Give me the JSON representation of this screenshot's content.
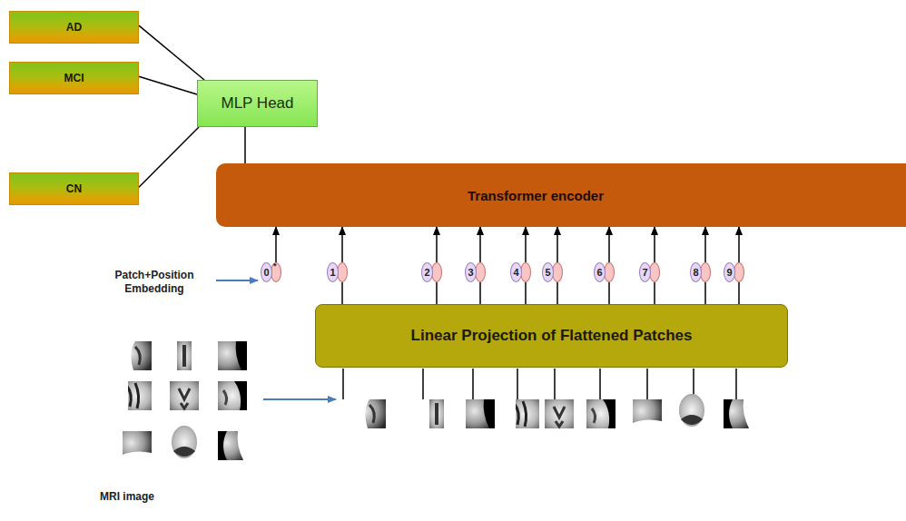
{
  "diagram": {
    "nodes": [
      {
        "text": [
          "AD"
        ]
      },
      {
        "text": [
          "MCI"
        ]
      },
      {
        "text": [
          "MLP Head"
        ]
      },
      {
        "text": [
          "CN"
        ]
      },
      {
        "text": [
          "Transformer encoder"
        ]
      },
      {
        "text": [
          "0"
        ]
      },
      {
        "text": [
          "1"
        ]
      },
      {
        "text": [
          "2"
        ]
      },
      {
        "text": [
          "3"
        ]
      },
      {
        "text": [
          "4"
        ]
      },
      {
        "text": [
          "5"
        ]
      },
      {
        "text": [
          "6"
        ]
      },
      {
        "text": [
          "7"
        ]
      },
      {
        "text": [
          "8"
        ]
      },
      {
        "text": [
          "9"
        ]
      },
      {
        "text": [
          "Linear Projection of Flattened Patches"
        ]
      }
    ],
    "edges": [
      {
        "from": 0,
        "to": 2,
        "arrow": "none"
      },
      {
        "from": 1,
        "to": 2,
        "arrow": "none"
      },
      {
        "from": 3,
        "to": 2,
        "arrow": "none"
      },
      {
        "from": 2,
        "to": 4,
        "arrow": "none"
      },
      {
        "from": 5,
        "to": 4,
        "arrow": "to"
      },
      {
        "from": 6,
        "to": 4,
        "arrow": "to"
      },
      {
        "from": 7,
        "to": 4,
        "arrow": "to"
      },
      {
        "from": 8,
        "to": 4,
        "arrow": "to"
      },
      {
        "from": 9,
        "to": 4,
        "arrow": "to"
      },
      {
        "from": 10,
        "to": 4,
        "arrow": "to"
      },
      {
        "from": 11,
        "to": 4,
        "arrow": "to"
      },
      {
        "from": 12,
        "to": 4,
        "arrow": "to"
      },
      {
        "from": 13,
        "to": 4,
        "arrow": "to"
      },
      {
        "from": 14,
        "to": 4,
        "arrow": "to"
      },
      {
        "from": 15,
        "to": 6,
        "arrow": "none"
      },
      {
        "from": 15,
        "to": 7,
        "arrow": "none"
      },
      {
        "from": 15,
        "to": 8,
        "arrow": "none"
      },
      {
        "from": 15,
        "to": 9,
        "arrow": "none"
      },
      {
        "from": 15,
        "to": 10,
        "arrow": "none"
      },
      {
        "from": 15,
        "to": 11,
        "arrow": "none"
      },
      {
        "from": 15,
        "to": 12,
        "arrow": "none"
      },
      {
        "from": 15,
        "to": 13,
        "arrow": "none"
      },
      {
        "from": 15,
        "to": 14,
        "arrow": "none"
      }
    ],
    "labels": [
      "Patch+Position Embedding",
      "*",
      "MRI image"
    ]
  }
}
